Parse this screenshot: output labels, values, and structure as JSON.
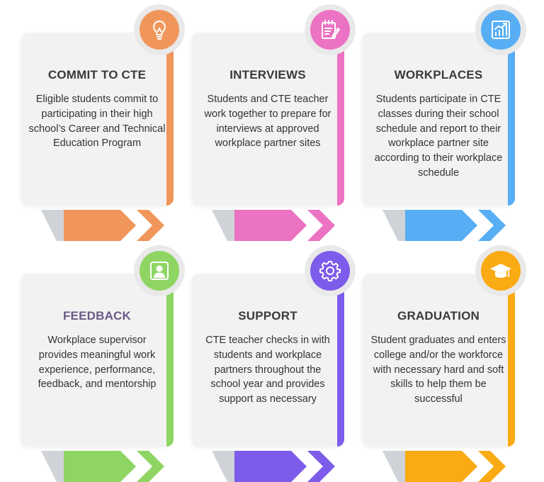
{
  "steps": [
    {
      "id": "commit",
      "title": "COMMIT TO CTE",
      "description": "Eligible students commit to participating in their high school’s Career and Technical Education Program",
      "icon": "lightbulb-icon",
      "color": "#F0965B",
      "title_color": "#3a3a3a"
    },
    {
      "id": "interviews",
      "title": "INTERVIEWS",
      "description": "Students and CTE teacher work together to prepare for interviews at approved workplace partner sites",
      "icon": "notepad-pencil-icon",
      "color": "#EC72C3",
      "title_color": "#3a3a3a"
    },
    {
      "id": "workplaces",
      "title": "WORKPLACES",
      "description": "Students participate in CTE classes during their school schedule and report to their workplace partner site according to their workplace schedule",
      "icon": "growth-chart-icon",
      "color": "#58AEF5",
      "title_color": "#3a3a3a"
    },
    {
      "id": "feedback",
      "title": "FEEDBACK",
      "description": "Workplace supervisor provides meaningful work experience, performance, feedback, and mentorship",
      "icon": "user-icon",
      "color": "#8FD564",
      "title_color": "#6B5A86"
    },
    {
      "id": "support",
      "title": "SUPPORT",
      "description": "CTE teacher checks in with students and workplace partners throughout the school year and provides support as necessary",
      "icon": "gear-icon",
      "color": "#7E5CEB",
      "title_color": "#3a3a3a"
    },
    {
      "id": "graduation",
      "title": "GRADUATION",
      "description": "Student graduates and enters college and/or the workforce with necessary hard and soft skills to help them be successful",
      "icon": "graduation-cap-icon",
      "color": "#FAAA12",
      "title_color": "#3a3a3a"
    }
  ]
}
